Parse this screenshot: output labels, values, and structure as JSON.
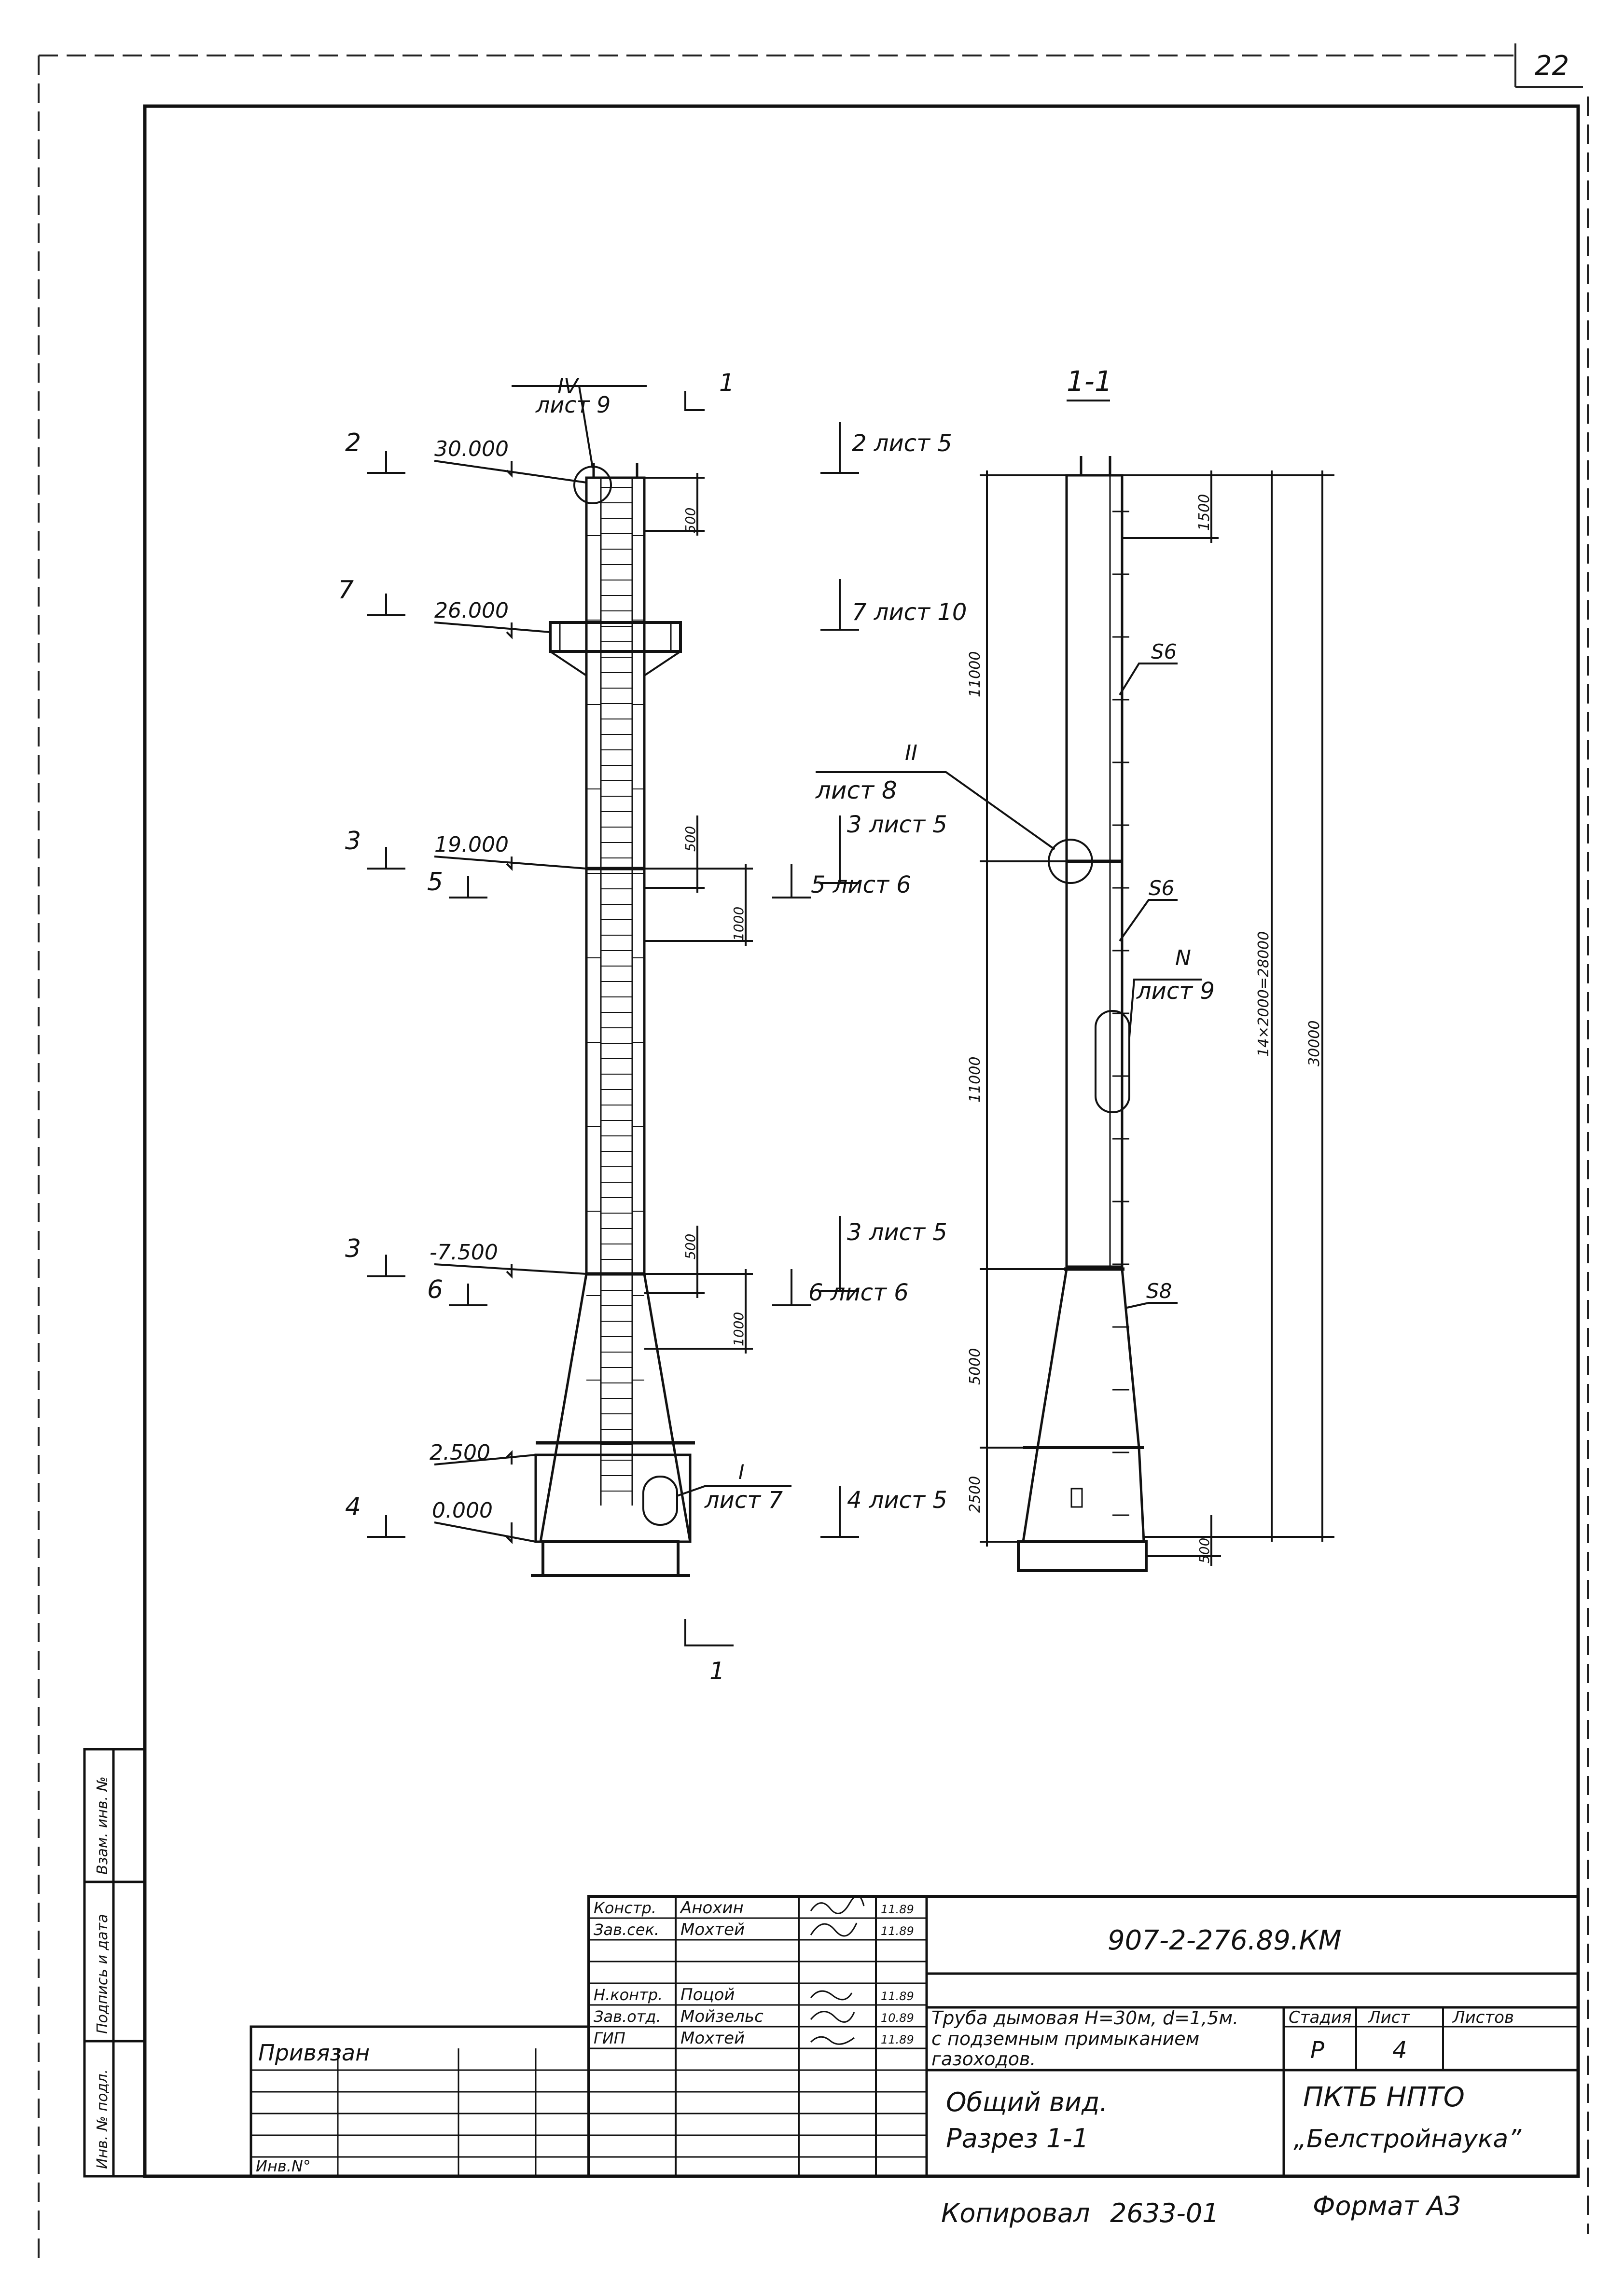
{
  "sheet_number": "22",
  "side_stamp": [
    "Взам. инв. №",
    "Подпись и дата",
    "Инв. № подл."
  ],
  "elevation_view": {
    "top_callout": {
      "mark": "IV",
      "ref": "лист 9"
    },
    "section_mark": "1",
    "elevations": [
      "30.000",
      "26.000",
      "19.000",
      "-7.500",
      "2.500",
      "0.000"
    ],
    "left_markers": [
      "2",
      "7",
      "3",
      "5",
      "3",
      "6",
      "4"
    ],
    "dims": [
      "500",
      "500",
      "1000",
      "500",
      "1000"
    ],
    "refs": [
      "2 лист 5",
      "7 лист 10",
      "3 лист 5",
      "5 лист 6",
      "3 лист 5",
      "6 лист 6",
      "4 лист 5"
    ],
    "detail_callout": {
      "mark": "I",
      "ref": "лист 7"
    }
  },
  "section_view": {
    "title": "1-1",
    "detail_callout": {
      "mark": "II",
      "ref": "лист 8"
    },
    "opening_callout": {
      "mark": "N",
      "ref": "лист 9"
    },
    "thickness_labels": [
      "S6",
      "S6",
      "S8"
    ],
    "dims_left": [
      "11000",
      "11000",
      "5000",
      "2500"
    ],
    "dims_top": "1500",
    "dims_right": [
      "14×2000=28000",
      "30000"
    ],
    "dim_bottom": "500"
  },
  "title_block": {
    "doc_code": "907-2-276.89.КМ",
    "signatures": [
      {
        "role": "Констр.",
        "name": "Анохин",
        "date": "11.89"
      },
      {
        "role": "Зав.сек.",
        "name": "Мохтей",
        "date": "11.89"
      },
      {
        "role": "Н.контр.",
        "name": "Поцой",
        "date": "11.89"
      },
      {
        "role": "Зав.отд.",
        "name": "Мойзельс",
        "date": "10.89"
      },
      {
        "role": "ГИП",
        "name": "Мохтей",
        "date": "11.89"
      }
    ],
    "object_title": [
      "Труба дымовая Н=30м, d=1,5м.",
      "с подземным примыканием",
      "газоходов."
    ],
    "stage_header": "Стадия",
    "sheet_header": "Лист",
    "sheets_header": "Листов",
    "stage": "Р",
    "sheet": "4",
    "sheet_title": [
      "Общий вид.",
      "Разрез 1-1"
    ],
    "org": [
      "ПКТБ НПТО",
      "„Белстройнаука”"
    ],
    "privyazan": "Привязан",
    "inv_no": "Инв.N°"
  },
  "footer": {
    "copied": "Копировал",
    "order_no": "2633-01",
    "format": "Формат А3"
  }
}
